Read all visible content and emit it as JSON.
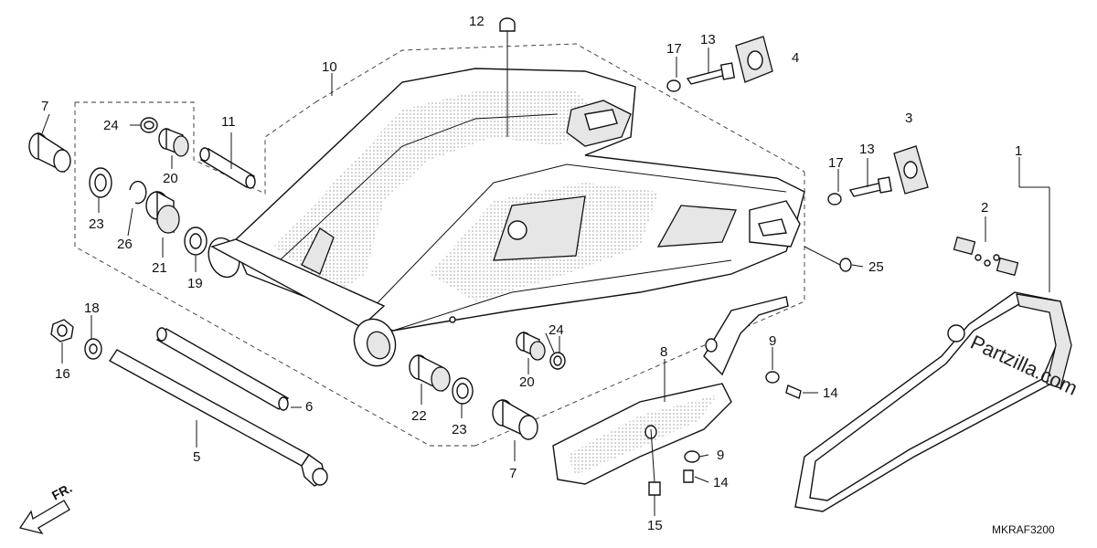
{
  "diagram": {
    "code": "MKRAF3200",
    "watermark": "Partzilla.com",
    "direction": "FR.",
    "labels": [
      {
        "id": "1",
        "text": "1"
      },
      {
        "id": "2",
        "text": "2"
      },
      {
        "id": "3",
        "text": "3"
      },
      {
        "id": "4",
        "text": "4"
      },
      {
        "id": "5",
        "text": "5"
      },
      {
        "id": "6",
        "text": "6"
      },
      {
        "id": "7a",
        "text": "7"
      },
      {
        "id": "7b",
        "text": "7"
      },
      {
        "id": "8",
        "text": "8"
      },
      {
        "id": "9a",
        "text": "9"
      },
      {
        "id": "9b",
        "text": "9"
      },
      {
        "id": "10",
        "text": "10"
      },
      {
        "id": "11",
        "text": "11"
      },
      {
        "id": "12",
        "text": "12"
      },
      {
        "id": "13a",
        "text": "13"
      },
      {
        "id": "13b",
        "text": "13"
      },
      {
        "id": "14a",
        "text": "14"
      },
      {
        "id": "14b",
        "text": "14"
      },
      {
        "id": "15",
        "text": "15"
      },
      {
        "id": "16",
        "text": "16"
      },
      {
        "id": "17a",
        "text": "17"
      },
      {
        "id": "17b",
        "text": "17"
      },
      {
        "id": "18",
        "text": "18"
      },
      {
        "id": "19",
        "text": "19"
      },
      {
        "id": "20a",
        "text": "20"
      },
      {
        "id": "20b",
        "text": "20"
      },
      {
        "id": "21",
        "text": "21"
      },
      {
        "id": "22",
        "text": "22"
      },
      {
        "id": "23a",
        "text": "23"
      },
      {
        "id": "23b",
        "text": "23"
      },
      {
        "id": "24a",
        "text": "24"
      },
      {
        "id": "24b",
        "text": "24"
      },
      {
        "id": "25",
        "text": "25"
      },
      {
        "id": "26",
        "text": "26"
      }
    ]
  }
}
